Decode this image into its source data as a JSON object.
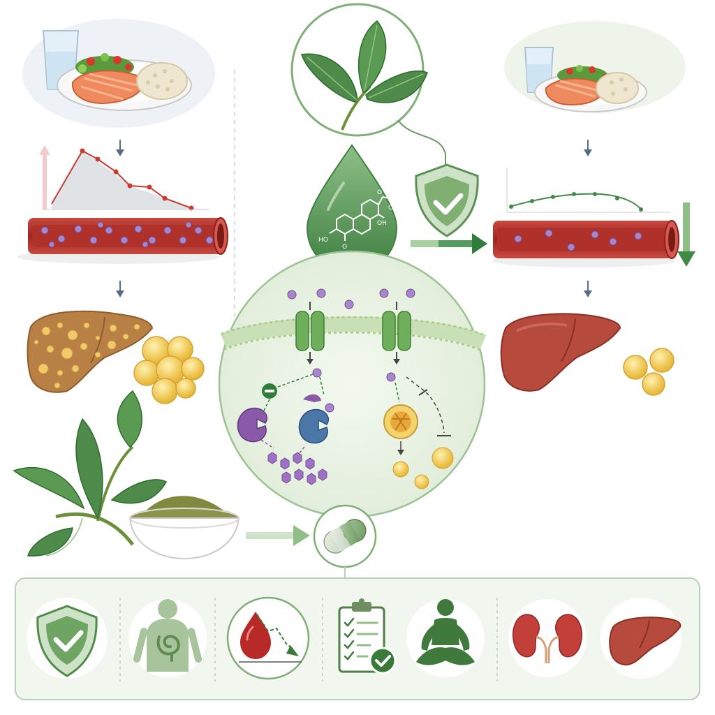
{
  "diagram": {
    "molecule_labels": {
      "hydroxyl_left": "HO",
      "oxo": "O",
      "hydroxyl_right": "OH",
      "carbonyl_oxygen": "O",
      "carboxyl_hydroxyl": "OH"
    },
    "colors": {
      "leaf_green": "#4e8a4a",
      "accent_green": "#2f7d3a",
      "vessel_red": "#b8322e",
      "glucose_purple": "#9a6cbf",
      "fat_yellow": "#f0c74a",
      "liver_red": "#b64a3c",
      "fatty_liver_brown": "#b98046",
      "panel_border": "#b9d2b3"
    },
    "benefit_icons": [
      "shield-check-icon",
      "digestion-icon",
      "blood-sugar-drop-icon",
      "checklist-icon",
      "meditation-icon",
      "kidneys-icon",
      "liver-icon"
    ]
  }
}
